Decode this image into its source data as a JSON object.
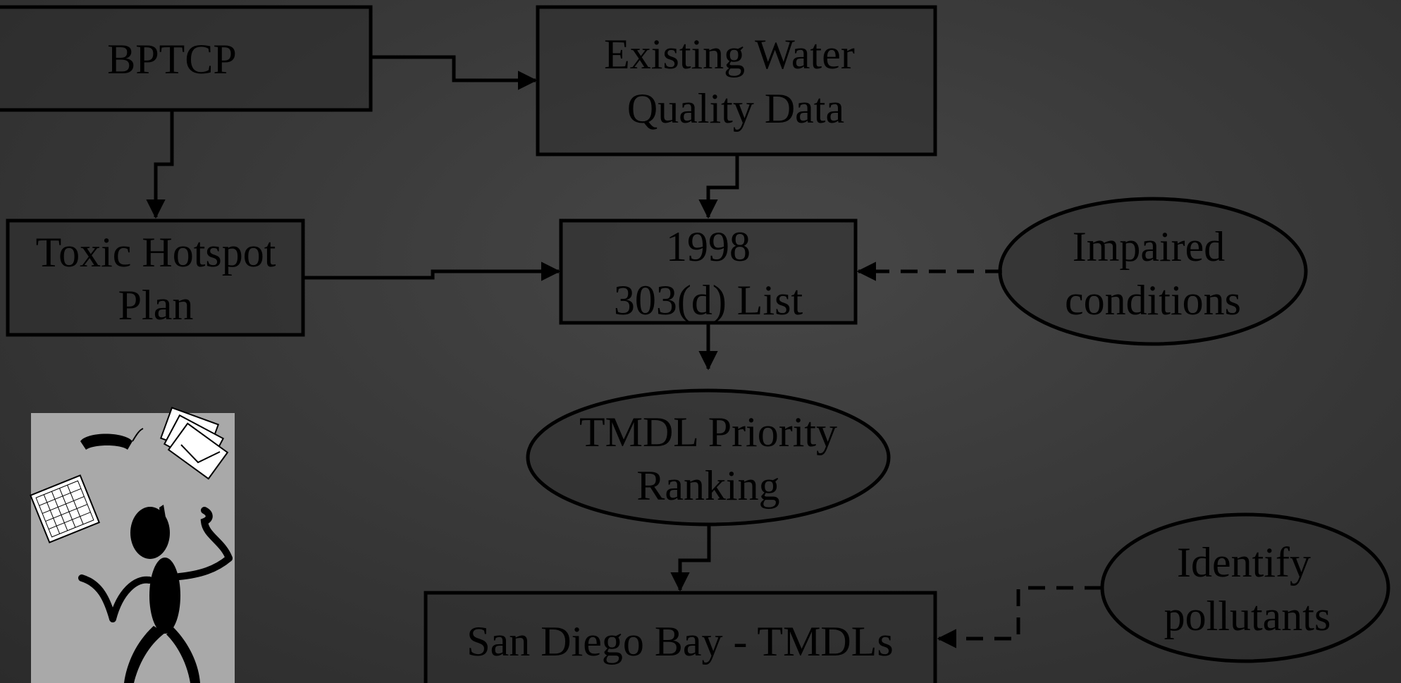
{
  "nodes": {
    "bptcp": {
      "label": "BPTCP"
    },
    "existing_data": {
      "line1": "Existing Water",
      "line2": "Quality Data"
    },
    "toxic_hotspot": {
      "line1": "Toxic Hotspot",
      "line2": "Plan"
    },
    "list_303d": {
      "line1": "1998",
      "line2": "303(d) List"
    },
    "impaired": {
      "line1": "Impaired",
      "line2": "conditions"
    },
    "tmdl_priority": {
      "line1": "TMDL Priority",
      "line2": "Ranking"
    },
    "identify": {
      "line1": "Identify",
      "line2": "pollutants"
    },
    "sd_bay": {
      "label": "San Diego Bay - TMDLs"
    }
  },
  "clipart": {
    "icon": "juggling-person-icon",
    "background_color": "#a9a9a9"
  },
  "colors": {
    "line": "#000000",
    "text": "#000000"
  }
}
